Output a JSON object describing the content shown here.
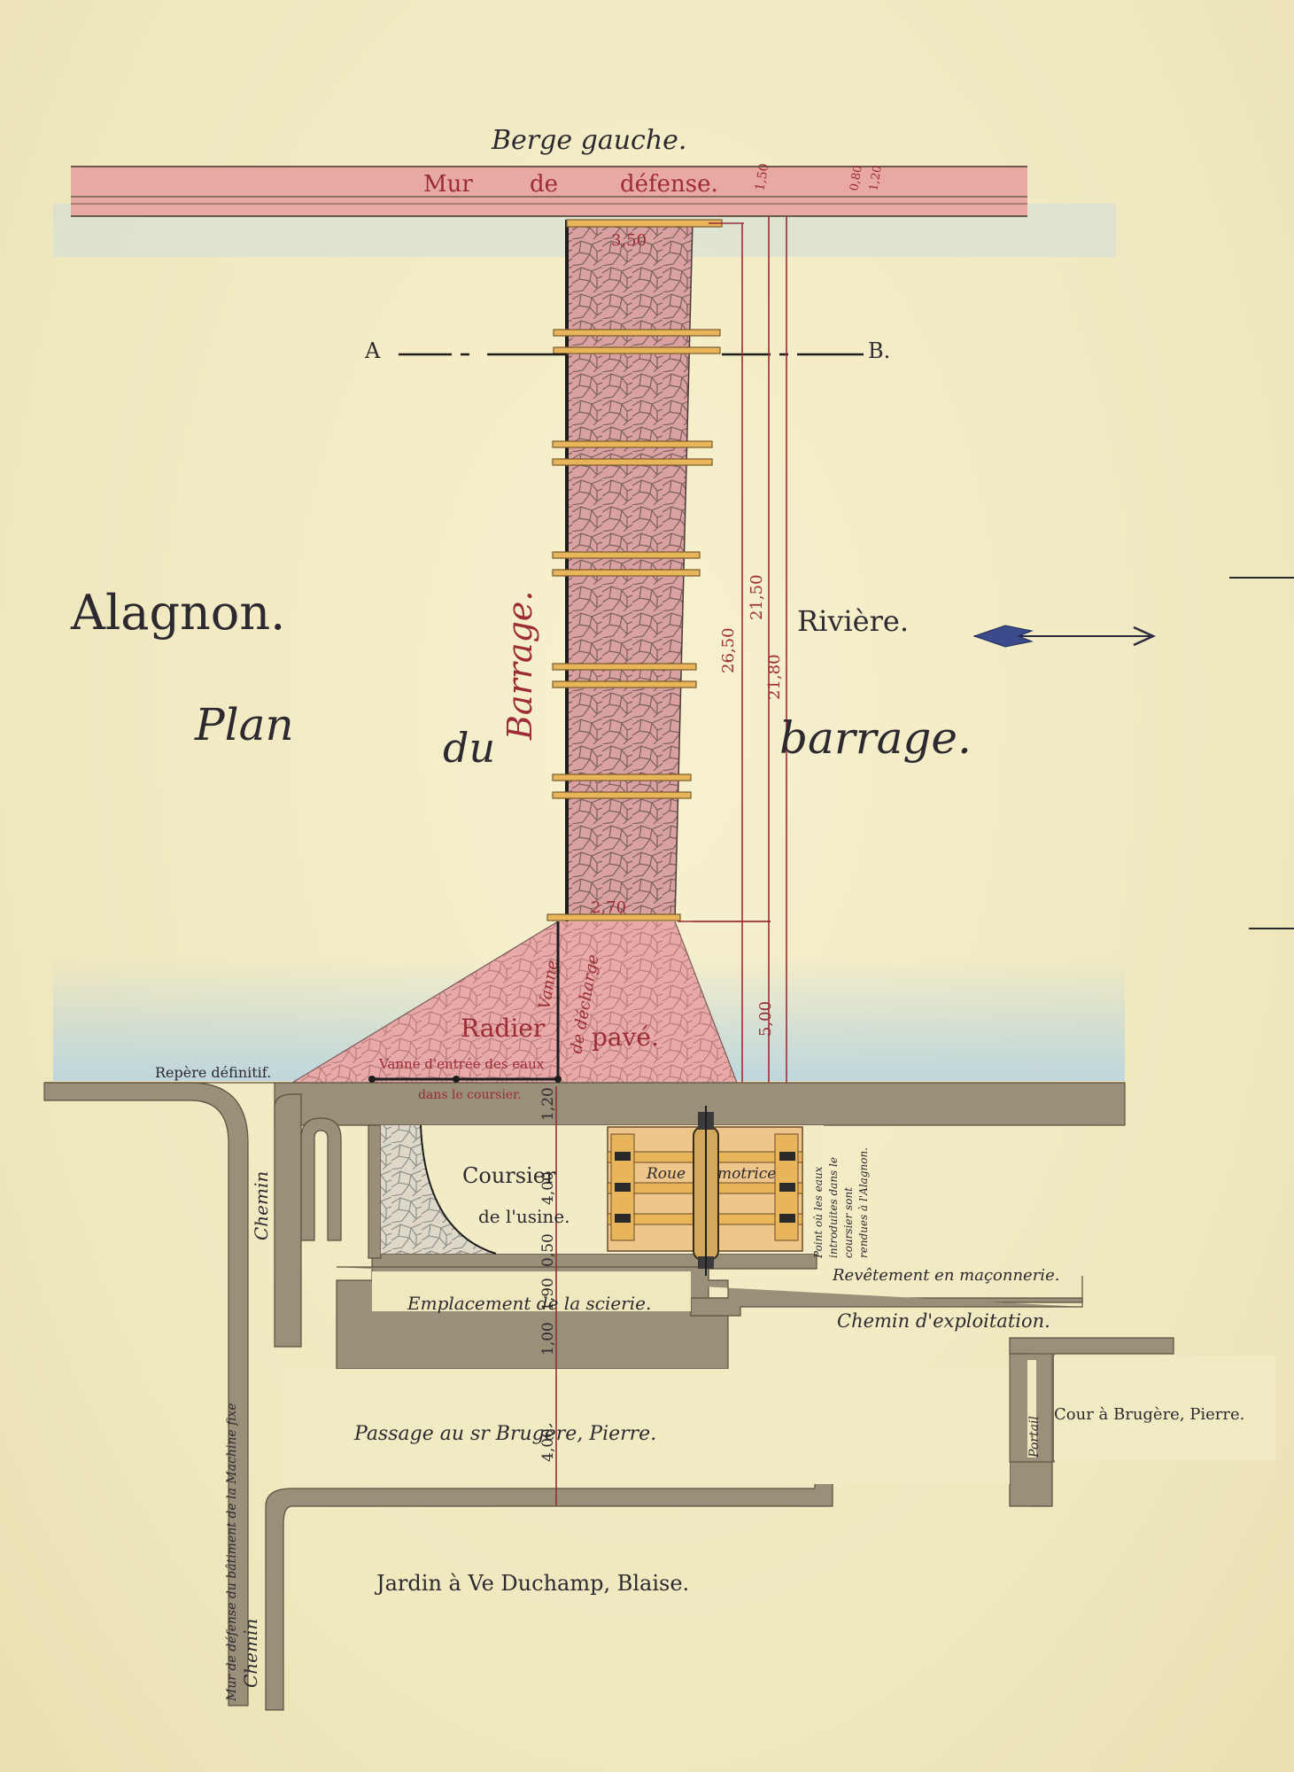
{
  "title": {
    "river_name": "Alagnon.",
    "plan_word": "Plan",
    "du_word": "du",
    "barrage_word": "barrage."
  },
  "labels": {
    "berge_gauche": "Berge gauche.",
    "mur_word": "Mur",
    "de_word": "de",
    "defense_word": "défense.",
    "section_a": "A",
    "section_b": "B.",
    "riviere": "Rivière.",
    "barrage_vertical": "Barrage.",
    "radier": "Radier",
    "pave": "pavé.",
    "vanne_decharge_1": "Vanne",
    "vanne_decharge_2": "de décharge",
    "vanne_entree_1": "Vanne d'entrée des eaux",
    "vanne_entree_2": "dans le coursier.",
    "repere": "Repère définitif.",
    "coursier_1": "Coursier",
    "coursier_2": "de l'usine.",
    "roue": "Roue",
    "motrice": "motrice",
    "point_eaux": [
      "Point où les eaux",
      "introduites dans le",
      "coursier sont",
      "rendues à l'Alagnon."
    ],
    "revetement": "Revêtement en maçonnerie.",
    "emplacement": "Emplacement de la scierie.",
    "chemin_exploitation": "Chemin d'exploitation.",
    "chemin_1": "Chemin",
    "chemin_2": "Chemin",
    "mur_defense_long": "Mur de défense du bâtiment de la Machine fixe",
    "passage": "Passage au sr Brugère, Pierre.",
    "cour": "Cour à Brugère, Pierre.",
    "portail": "Portail",
    "jardin": "Jardin à Ve Duchamp, Blaise."
  },
  "dimensions": {
    "top_width": "3,50",
    "bottom_width": "2,70",
    "length_1": "26,50",
    "length_2": "21,50",
    "length_3": "21,80",
    "apron": "5,00",
    "wall_1": "1,50",
    "wall_2": "0,80",
    "wall_3": "1,20",
    "vert_1": "1,20",
    "vert_2": "4,00",
    "vert_3": "0,50",
    "vert_4": "1,90",
    "vert_5": "1,00",
    "vert_6": "4,00"
  },
  "colors": {
    "paper": "#f2ecc4",
    "pink": "#e9a9a6",
    "pink_dark": "#c97f80",
    "masonry": "#9a8f78",
    "wood": "#e8b55a",
    "water": "#b9d4df",
    "ink_red": "#9c2c36"
  },
  "flow_arrow": "arrow-icon"
}
